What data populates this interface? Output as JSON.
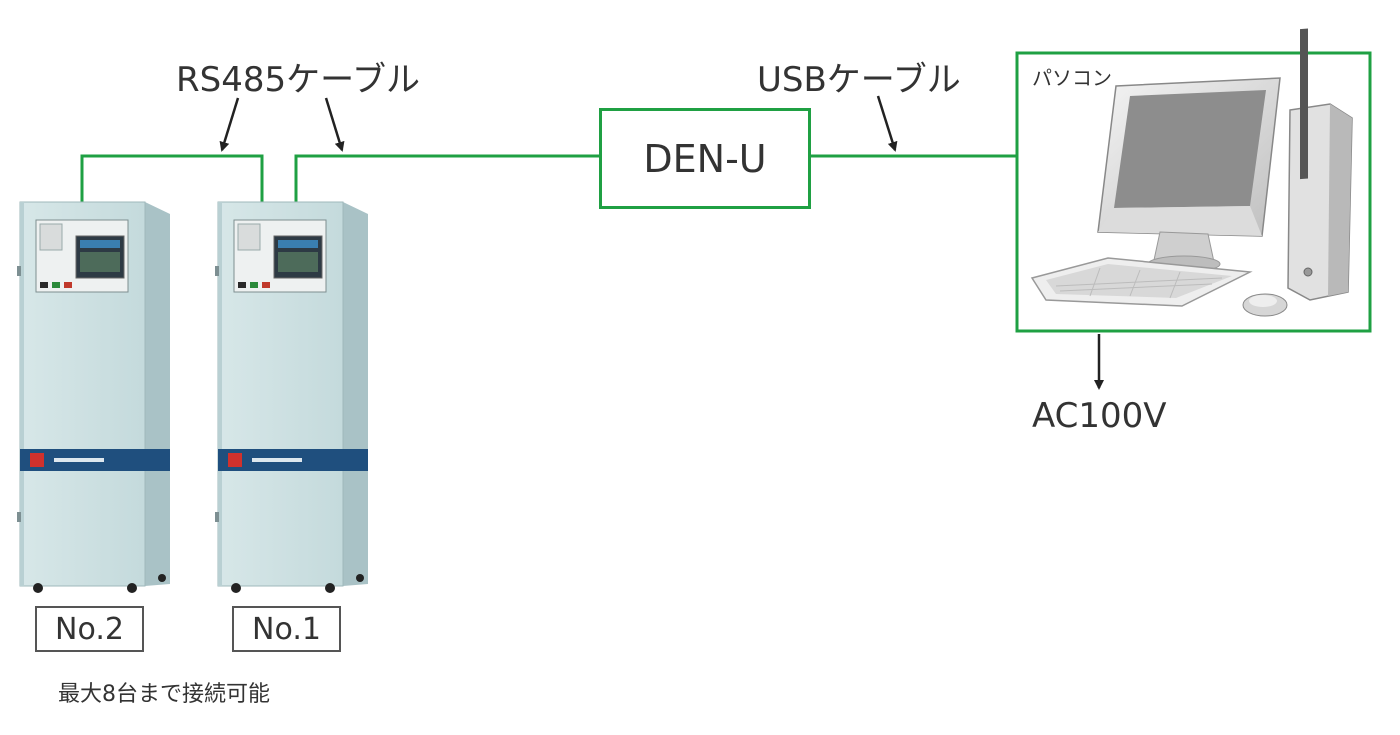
{
  "labels": {
    "rs485_cable": "RS485ケーブル",
    "usb_cable": "USBケーブル",
    "den_u": "DEN-U",
    "pc": "パソコン",
    "ac100v": "AC100V",
    "unit_2": "No.2",
    "unit_1": "No.1",
    "note": "最大8台まで接続可能"
  },
  "colors": {
    "cable": "#1fa043",
    "cabinet": "#cfe1e2",
    "cabinet_band": "#1f4f7e",
    "arrow": "#222222"
  },
  "icons": {
    "units": "control-cabinet-icon",
    "computer": "desktop-computer-icon"
  }
}
